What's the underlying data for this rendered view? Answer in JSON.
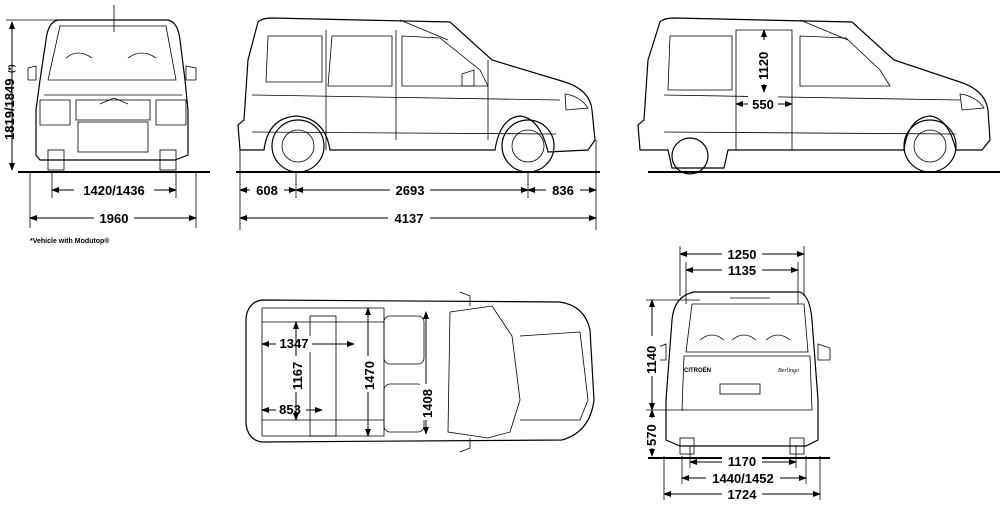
{
  "front_view": {
    "height": "1819/1849",
    "height_note_mark": "(*)",
    "track": "1420/1436",
    "width": "1960"
  },
  "side_view": {
    "front_overhang": "608",
    "wheelbase": "2693",
    "rear_overhang": "836",
    "length": "4137"
  },
  "side_door_view": {
    "door_height": "1120",
    "door_width": "550"
  },
  "top_view": {
    "load_length_upper": "1347",
    "load_length_lower": "853",
    "width_between_arches": "1167",
    "load_length_full": "1470",
    "cabin_length": "1408"
  },
  "rear_view": {
    "top_width": "1250",
    "opening_width": "1135",
    "opening_height": "1140",
    "sill_height": "570",
    "floor_width": "1170",
    "rear_track": "1440/1452",
    "overall_width": "1724",
    "brand_left": "CITROËN",
    "brand_right": "Berlingo"
  },
  "footnote": "*Vehicle with Modutop®"
}
